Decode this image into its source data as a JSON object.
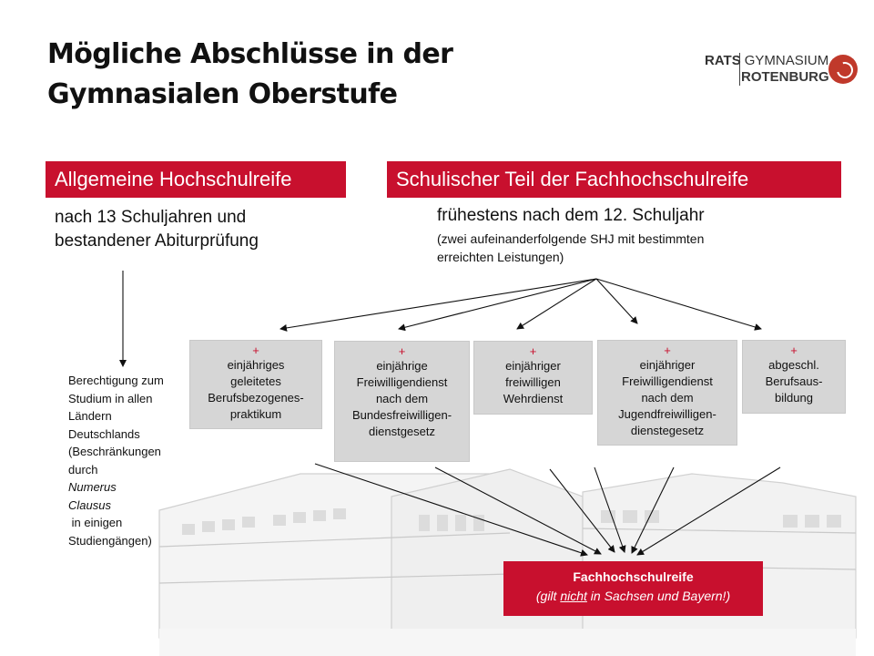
{
  "slide": {
    "title_line1": "Mögliche Abschlüsse  in der",
    "title_line2": "Gymnasialen Oberstufe"
  },
  "logo": {
    "part1": "RATS",
    "part2": "GYMNASIUM",
    "part3": "ROTENBURG"
  },
  "left": {
    "header": "Allgemeine Hochschulreife",
    "line1": "nach 13 Schuljahren und",
    "line2": "bestandener Abiturprüfung",
    "note": [
      "Berechtigung zum",
      "Studium in allen",
      "Ländern",
      "Deutschlands",
      "(Beschränkungen",
      "durch "
    ],
    "note_italic1": "Numerus",
    "note_italic2": "Clausus",
    "note_tail": " in einigen",
    "note_last": "Studiengängen)"
  },
  "right": {
    "header": "Schulischer Teil der Fachhochschulreife",
    "line1": "frühestens nach dem 12. Schuljahr",
    "small1": "(zwei aufeinanderfolgende SHJ mit bestimmten",
    "small2": "erreichten Leistungen)"
  },
  "options": [
    {
      "plus": "+",
      "lines": [
        "einjähriges",
        "geleitetes",
        "Berufsbezogenes-",
        "praktikum"
      ]
    },
    {
      "plus": "+",
      "lines": [
        "einjährige",
        "Freiwilligendienst",
        "nach dem",
        "Bundesfreiwilligen-",
        "dienstgesetz"
      ]
    },
    {
      "plus": "+",
      "lines": [
        "einjähriger",
        "freiwilligen",
        "Wehrdienst"
      ]
    },
    {
      "plus": "+",
      "lines": [
        "einjähriger",
        "Freiwilligendienst",
        "nach dem",
        "Jugendfreiwilligen-",
        "dienstegesetz"
      ]
    },
    {
      "plus": "+",
      "lines": [
        "abgeschl.",
        "Berufsaus-",
        "bildung"
      ]
    }
  ],
  "result": {
    "title": "Fachhochschulreife",
    "pre": "(gilt ",
    "underlined": "nicht",
    "post": " in Sachsen und Bayern!)"
  },
  "colors": {
    "accent": "#c8102e",
    "box": "#d6d6d6"
  }
}
